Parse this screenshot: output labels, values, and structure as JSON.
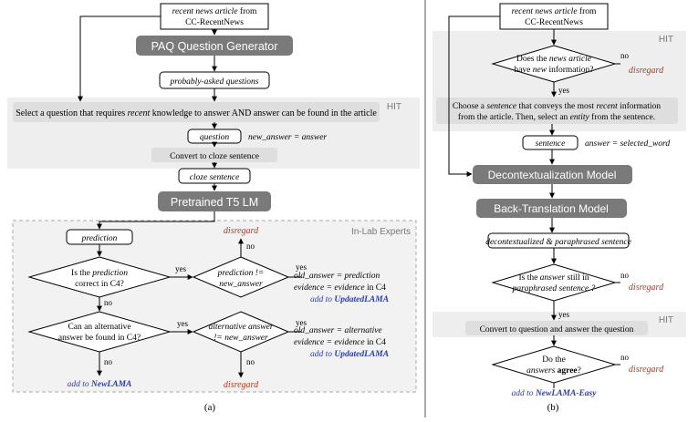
{
  "panel_a": {
    "source_line1": "recent news article",
    "source_line1_suffix": " from",
    "source_line2": "CC-RecentNews",
    "generator": "PAQ Question Generator",
    "probably_asked": "probably-asked questions",
    "hit_label": "HIT",
    "hit_task_a": "Select a question that requires ",
    "hit_task_b": "recent",
    "hit_task_c": " knowledge to answer AND answer can be found in the article",
    "question": "question",
    "new_answer_eq": "new_answer = answer",
    "cloze_task": "Convert to cloze sentence",
    "cloze_sentence": "cloze sentence",
    "t5": "Pretrained T5 LM",
    "experts_label": "In-Lab Experts",
    "prediction": "prediction",
    "q1_l1a": "Is the ",
    "q1_l1b": "prediction",
    "q1_l2": "correct in C4?",
    "q2_l1": "prediction !=",
    "q2_l2": "new_answer",
    "q3_l1": "Can an alternative",
    "q3_l2": "answer be found in C4?",
    "q4_l1": "alternative answer",
    "q4_l2": "!= new_answer",
    "disregard": "disregard",
    "yes": "yes",
    "no": "no",
    "old_pred_a": "old_answer = prediction",
    "old_pred_b": "evidence = evidence",
    "old_pred_c": " in C4",
    "add_to": "add to ",
    "updated_lama": "UpdatedLAMA",
    "old_alt_a": "old_answer = alternative",
    "new_lama": "NewLAMA",
    "caption": "(a)"
  },
  "panel_b": {
    "source_line1": "recent news article",
    "source_line1_suffix": " from",
    "source_line2": "CC-RecentNews",
    "hit_label": "HIT",
    "q1_l1": "Does the news article",
    "q1_l2": "have new information?",
    "disregard": "disregard",
    "yes": "yes",
    "no": "no",
    "choose_l1": "Choose a sentence that conveys the most recent information",
    "choose_l2": "from the article. Then, select an entity from the sentence.",
    "sentence": "sentence",
    "answer_eq": "answer = selected_word",
    "decontext": "Decontextualization Model",
    "backtrans": "Back-Translation Model",
    "decontext_sentence": "decontextualized & paraphrased sentence",
    "q2_l1": "Is the answer still in",
    "q2_l2": "paraphrased sentence ?",
    "hit2_label": "HIT",
    "convert_task": "Convert to question and answer the question",
    "q3_l1": "Do the",
    "q3_l2a": "answers",
    "q3_l2b": " agree",
    "q3_l2c": "?",
    "add_to": "add to ",
    "new_lama_easy": "NewLAMA-Easy",
    "caption": "(b)"
  }
}
